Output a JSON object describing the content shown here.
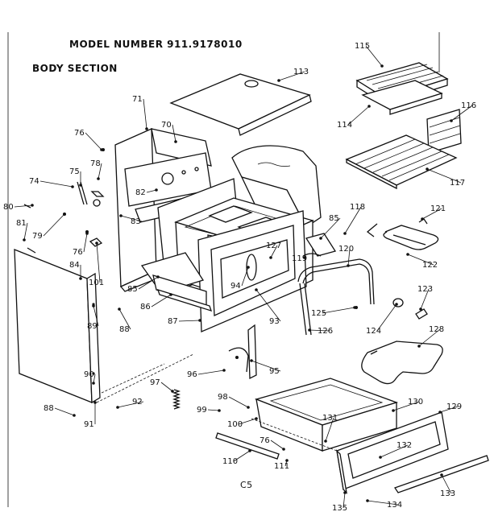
{
  "header": {
    "model_text": "MODEL NUMBER 911.9178010",
    "section_text": "BODY SECTION"
  },
  "footer": {
    "page_code": "C5"
  },
  "parts": [
    "71",
    "70",
    "76",
    "78",
    "74",
    "75",
    "82",
    "80",
    "83",
    "81",
    "79",
    "76",
    "101",
    "84",
    "85",
    "86",
    "88",
    "89",
    "90",
    "88",
    "91",
    "92",
    "97",
    "96",
    "95",
    "98",
    "99",
    "100",
    "76",
    "110",
    "111",
    "113",
    "115",
    "114",
    "116",
    "117",
    "118",
    "121",
    "85",
    "120",
    "122",
    "119",
    "127",
    "94",
    "93",
    "87",
    "123",
    "125",
    "124",
    "126",
    "128",
    "131",
    "130",
    "129",
    "132",
    "133",
    "134",
    "135"
  ]
}
